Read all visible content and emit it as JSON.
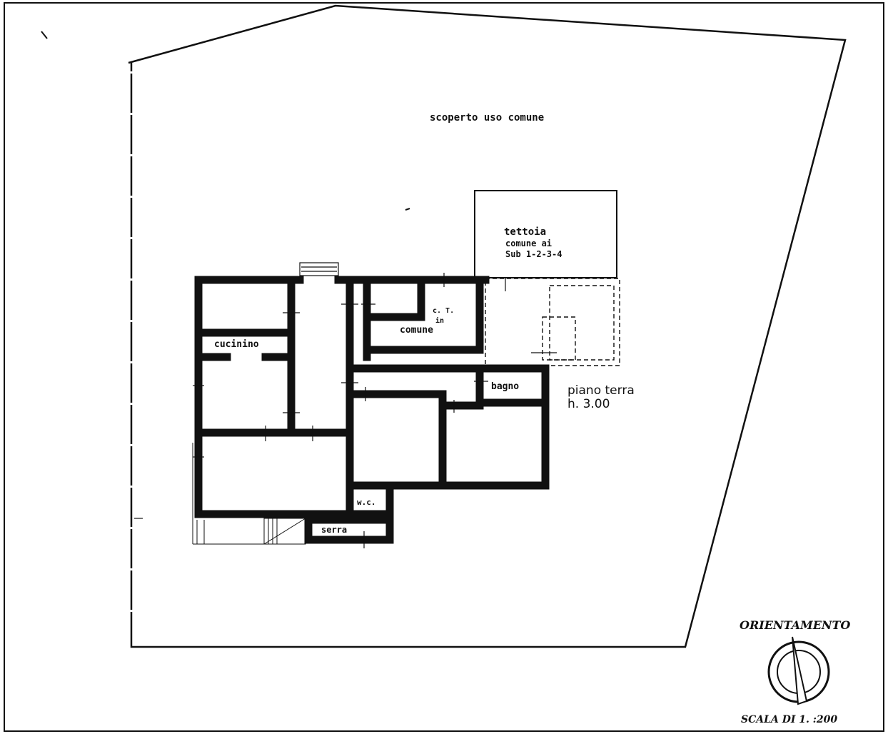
{
  "labels": {
    "scoperto": "scoperto uso comune",
    "tettoia_1": "tettoia",
    "tettoia_2": "comune ai",
    "tettoia_3": "Sub 1-2-3-4",
    "ct_1": "c. T.",
    "ct_2": "in",
    "ct_3": "comune",
    "cucinino": "cucinino",
    "bagno": "bagno",
    "piano_1": "piano terra",
    "piano_2": "h. 3.00",
    "wc": "w.c.",
    "serra": "serra",
    "orientamento": "ORIENTAMENTO",
    "scala": "SCALA DI 1. :200"
  },
  "colors": {
    "ink": "#111111",
    "paper": "#ffffff"
  }
}
